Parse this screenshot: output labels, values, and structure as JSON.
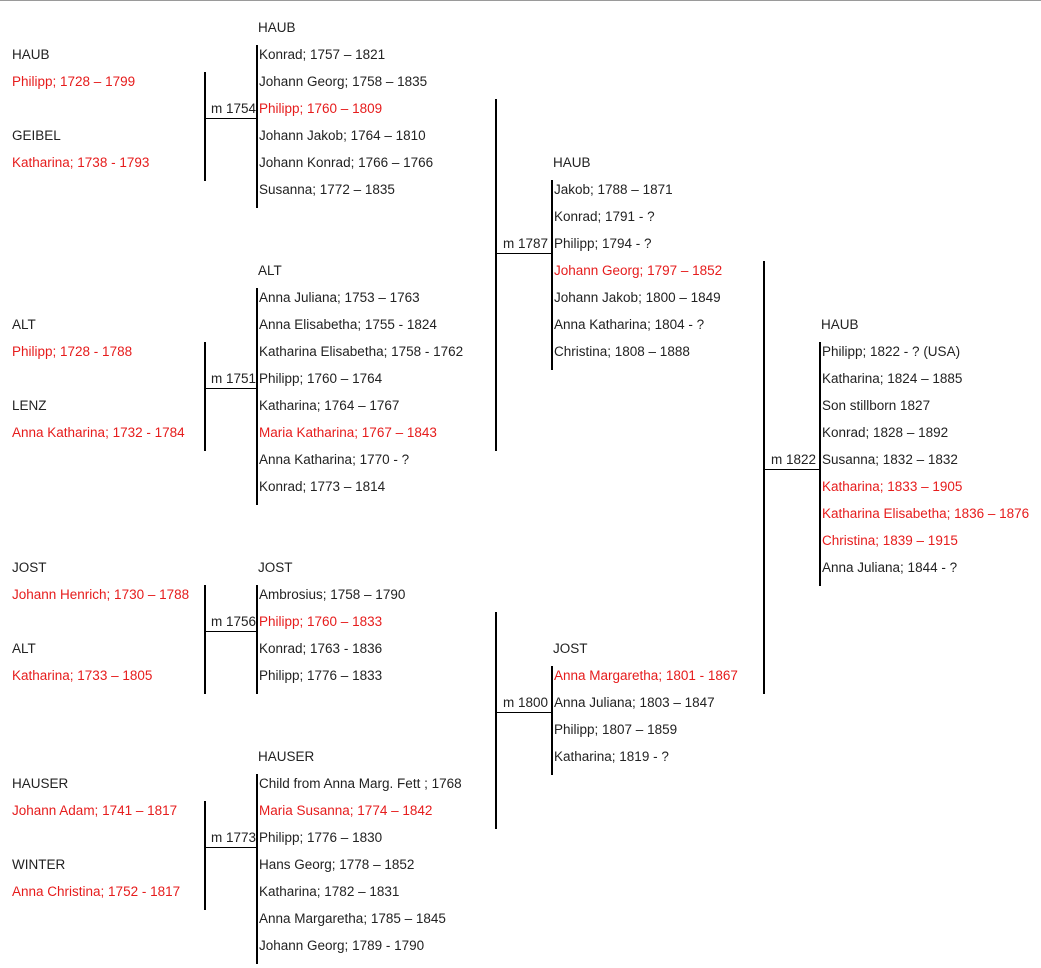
{
  "colors": {
    "text": "#222222",
    "highlight": "#e61c1c",
    "line": "#000000"
  },
  "parents": [
    {
      "father_surname": "HAUB",
      "father": "Philipp; 1728 – 1799",
      "mother_surname": "GEIBEL",
      "mother": "Katharina; 1738 - 1793"
    },
    {
      "father_surname": "ALT",
      "father": "Philipp; 1728 - 1788",
      "mother_surname": "LENZ",
      "mother": "Anna Katharina; 1732 - 1784"
    },
    {
      "father_surname": "JOST",
      "father": "Johann Henrich; 1730 – 1788",
      "mother_surname": "ALT",
      "mother": "Katharina; 1733 – 1805"
    },
    {
      "father_surname": "HAUSER",
      "father": "Johann Adam; 1741 – 1817",
      "mother_surname": "WINTER",
      "mother": "Anna Christina; 1752 - 1817"
    }
  ],
  "families_gen2": [
    {
      "marriage": "m 1754",
      "surname": "HAUB",
      "children": [
        {
          "text": "Konrad; 1757 – 1821",
          "hl": false
        },
        {
          "text": "Johann Georg; 1758 – 1835",
          "hl": false
        },
        {
          "text": "Philipp; 1760 – 1809",
          "hl": true
        },
        {
          "text": "Johann Jakob; 1764 – 1810",
          "hl": false
        },
        {
          "text": "Johann Konrad; 1766 – 1766",
          "hl": false
        },
        {
          "text": "Susanna; 1772 – 1835",
          "hl": false
        }
      ]
    },
    {
      "marriage": "m 1751",
      "surname": "ALT",
      "children": [
        {
          "text": "Anna Juliana; 1753 – 1763",
          "hl": false
        },
        {
          "text": "Anna Elisabetha; 1755 - 1824",
          "hl": false
        },
        {
          "text": "Katharina Elisabetha; 1758 - 1762",
          "hl": false
        },
        {
          "text": "Philipp; 1760 – 1764",
          "hl": false
        },
        {
          "text": "Katharina; 1764 – 1767",
          "hl": false
        },
        {
          "text": "Maria Katharina; 1767 – 1843",
          "hl": true
        },
        {
          "text": "Anna Katharina; 1770 - ?",
          "hl": false
        },
        {
          "text": "Konrad; 1773 – 1814",
          "hl": false
        }
      ]
    },
    {
      "marriage": "m 1756",
      "surname": "JOST",
      "children": [
        {
          "text": "Ambrosius; 1758 – 1790",
          "hl": false
        },
        {
          "text": "Philipp; 1760 – 1833",
          "hl": true
        },
        {
          "text": "Konrad; 1763 - 1836",
          "hl": false
        },
        {
          "text": "Philipp; 1776 – 1833",
          "hl": false
        }
      ]
    },
    {
      "marriage": "m 1773",
      "surname": "HAUSER",
      "children": [
        {
          "text": "Child from Anna Marg. Fett ; 1768",
          "hl": false
        },
        {
          "text": "Maria Susanna; 1774 – 1842",
          "hl": true
        },
        {
          "text": "Philipp; 1776 – 1830",
          "hl": false
        },
        {
          "text": "Hans Georg; 1778 – 1852",
          "hl": false
        },
        {
          "text": "Katharina; 1782 – 1831",
          "hl": false
        },
        {
          "text": "Anna Margaretha; 1785 – 1845",
          "hl": false
        },
        {
          "text": "Johann Georg; 1789 - 1790",
          "hl": false
        }
      ]
    }
  ],
  "families_gen3": [
    {
      "marriage": "m 1787",
      "surname": "HAUB",
      "children": [
        {
          "text": "Jakob; 1788 – 1871",
          "hl": false
        },
        {
          "text": "Konrad; 1791 - ?",
          "hl": false
        },
        {
          "text": "Philipp; 1794 - ?",
          "hl": false
        },
        {
          "text": "Johann Georg; 1797 – 1852",
          "hl": true
        },
        {
          "text": "Johann Jakob; 1800 – 1849",
          "hl": false
        },
        {
          "text": "Anna Katharina; 1804 - ?",
          "hl": false
        },
        {
          "text": "Christina; 1808 – 1888",
          "hl": false
        }
      ]
    },
    {
      "marriage": "m 1800",
      "surname": "JOST",
      "children": [
        {
          "text": "Anna Margaretha; 1801 - 1867",
          "hl": true
        },
        {
          "text": "Anna Juliana; 1803 – 1847",
          "hl": false
        },
        {
          "text": "Philipp; 1807 – 1859",
          "hl": false
        },
        {
          "text": "Katharina; 1819 - ?",
          "hl": false
        }
      ]
    }
  ],
  "family_gen4": {
    "marriage": "m 1822",
    "surname": "HAUB",
    "children": [
      {
        "text": "Philipp; 1822 - ? (USA)",
        "hl": false
      },
      {
        "text": "Katharina; 1824 – 1885",
        "hl": false
      },
      {
        "text": "Son stillborn 1827",
        "hl": false
      },
      {
        "text": "Konrad; 1828 – 1892",
        "hl": false
      },
      {
        "text": "Susanna; 1832 – 1832",
        "hl": false
      },
      {
        "text": "Katharina; 1833 – 1905",
        "hl": true
      },
      {
        "text": "Katharina Elisabetha; 1836 – 1876",
        "hl": true
      },
      {
        "text": "Christina; 1839 – 1915",
        "hl": true
      },
      {
        "text": "Anna Juliana; 1844 - ?",
        "hl": false
      }
    ]
  }
}
